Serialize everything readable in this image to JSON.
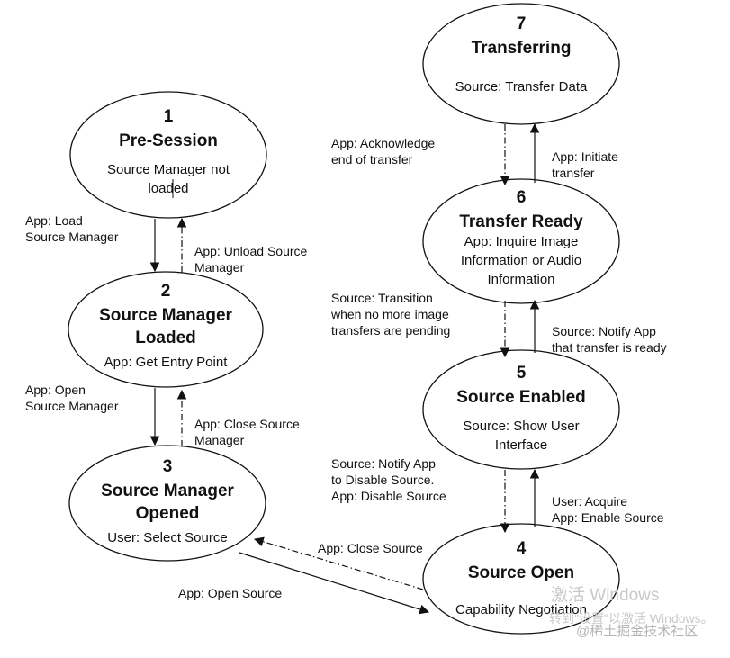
{
  "states": [
    {
      "id": "s1",
      "num": "1",
      "title": [
        "Pre-Session"
      ],
      "desc": [
        "Source Manager not",
        "loaded"
      ]
    },
    {
      "id": "s2",
      "num": "2",
      "title": [
        "Source Manager",
        "Loaded"
      ],
      "desc": [
        "App:  Get Entry Point"
      ]
    },
    {
      "id": "s3",
      "num": "3",
      "title": [
        "Source Manager",
        "Opened"
      ],
      "desc": [
        "User:  Select Source"
      ]
    },
    {
      "id": "s4",
      "num": "4",
      "title": [
        "Source Open"
      ],
      "desc": [
        "Capability Negotiation"
      ]
    },
    {
      "id": "s5",
      "num": "5",
      "title": [
        "Source Enabled"
      ],
      "desc": [
        "Source: Show User",
        "Interface"
      ]
    },
    {
      "id": "s6",
      "num": "6",
      "title": [
        "Transfer Ready"
      ],
      "desc": [
        "App: Inquire Image",
        "Information or Audio",
        "Information"
      ]
    },
    {
      "id": "s7",
      "num": "7",
      "title": [
        "Transferring"
      ],
      "desc": [
        "Source: Transfer Data"
      ]
    }
  ],
  "transitions": [
    {
      "id": "t12",
      "style": "solid",
      "lines": [
        "App: Load",
        "Source Manager"
      ]
    },
    {
      "id": "t21",
      "style": "dashdot",
      "lines": [
        "App: Unload Source",
        "Manager"
      ]
    },
    {
      "id": "t23",
      "style": "solid",
      "lines": [
        "App: Open",
        "Source Manager"
      ]
    },
    {
      "id": "t32",
      "style": "dashdot",
      "lines": [
        "App: Close Source",
        "Manager"
      ]
    },
    {
      "id": "t34",
      "style": "solid",
      "lines": [
        "App: Open Source"
      ]
    },
    {
      "id": "t43",
      "style": "dashdot",
      "lines": [
        "App: Close Source"
      ]
    },
    {
      "id": "t45",
      "style": "solid",
      "lines": [
        "User: Acquire",
        "App: Enable Source"
      ]
    },
    {
      "id": "t54",
      "style": "dashdot",
      "lines": [
        "Source: Notify App",
        "to Disable Source.",
        "App: Disable Source"
      ]
    },
    {
      "id": "t56",
      "style": "solid",
      "lines": [
        "Source: Notify App",
        "that transfer is ready"
      ]
    },
    {
      "id": "t65",
      "style": "dashdot",
      "lines": [
        "Source: Transition",
        "when no more image",
        "transfers are pending"
      ]
    },
    {
      "id": "t67",
      "style": "solid",
      "lines": [
        "App: Initiate",
        "transfer"
      ]
    },
    {
      "id": "t76",
      "style": "dashdot",
      "lines": [
        "App: Acknowledge",
        "end of transfer"
      ]
    }
  ],
  "watermark": {
    "line1": "激活 Windows",
    "line2": "转到\"设置\"以激活 Windows。",
    "line3": "@稀土掘金技术社区"
  }
}
